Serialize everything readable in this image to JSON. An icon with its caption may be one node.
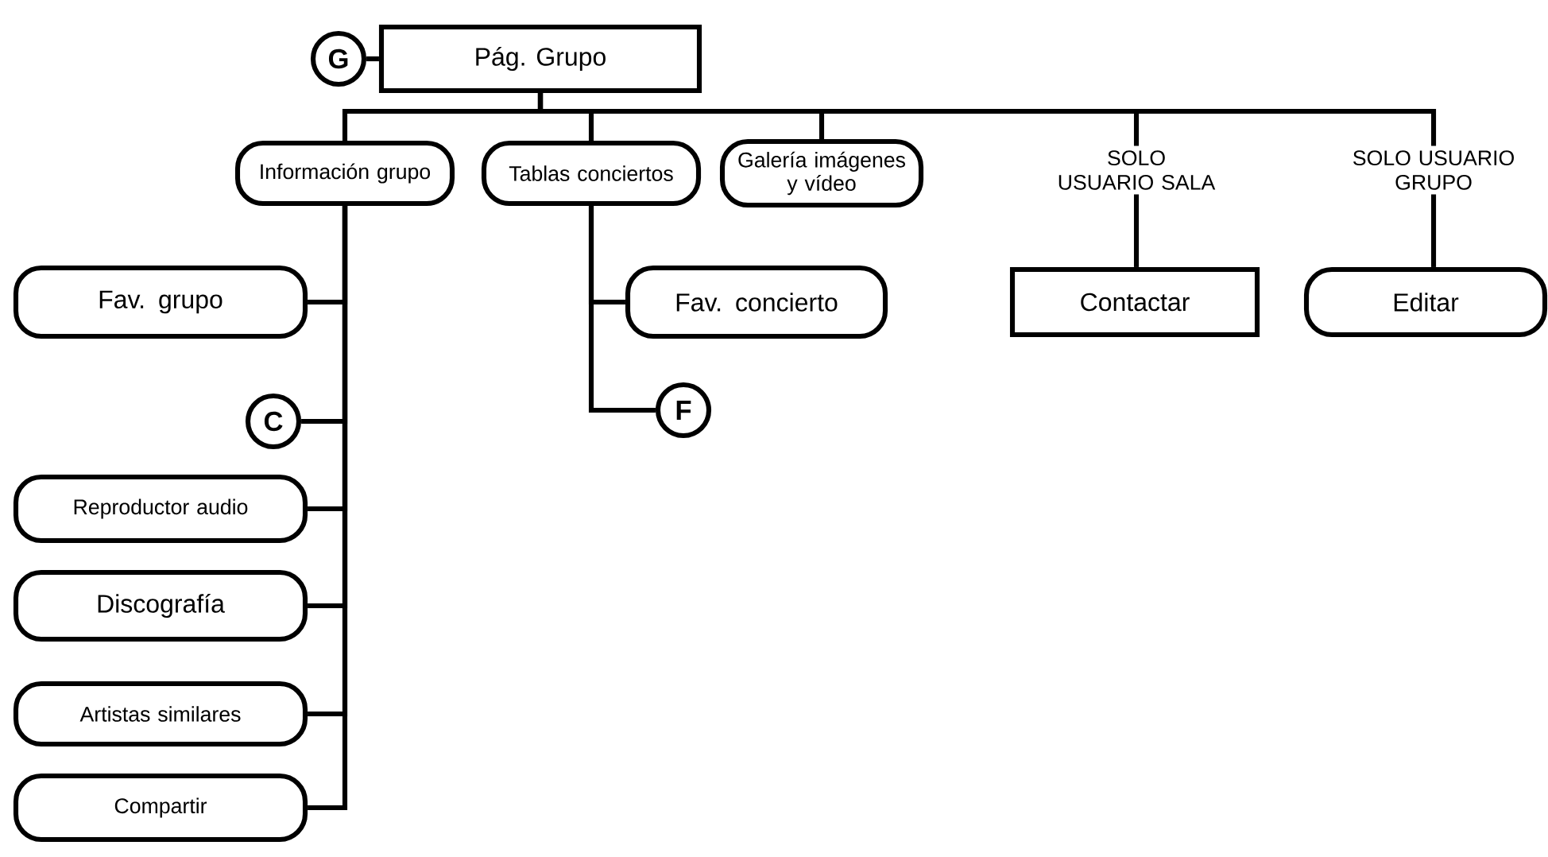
{
  "diagram": {
    "nodes": [
      {
        "text": [
          "G"
        ]
      },
      {
        "text": [
          "Pág. Grupo"
        ]
      },
      {
        "text": [
          "Información grupo"
        ]
      },
      {
        "text": [
          "Tablas conciertos"
        ]
      },
      {
        "text": [
          "Galería imágenes y vídeo"
        ]
      },
      {
        "text": [
          "SOLO USUARIO SALA"
        ]
      },
      {
        "text": [
          "SOLO USUARIO GRUPO"
        ]
      },
      {
        "text": [
          "Fav. grupo"
        ]
      },
      {
        "text": [
          "C"
        ]
      },
      {
        "text": [
          "Reproductor audio"
        ]
      },
      {
        "text": [
          "Discografía"
        ]
      },
      {
        "text": [
          "Artistas similares"
        ]
      },
      {
        "text": [
          "Compartir"
        ]
      },
      {
        "text": [
          "Fav. concierto"
        ]
      },
      {
        "text": [
          "F"
        ]
      },
      {
        "text": [
          "Contactar"
        ]
      },
      {
        "text": [
          "Editar"
        ]
      }
    ],
    "edges": [
      {
        "from": 0,
        "to": 1,
        "arrow": "none"
      },
      {
        "from": 1,
        "to": 2,
        "arrow": "none"
      },
      {
        "from": 1,
        "to": 3,
        "arrow": "none"
      },
      {
        "from": 1,
        "to": 4,
        "arrow": "none"
      },
      {
        "from": 1,
        "to": 5,
        "arrow": "none"
      },
      {
        "from": 1,
        "to": 6,
        "arrow": "none"
      },
      {
        "from": 2,
        "to": 7,
        "arrow": "none"
      },
      {
        "from": 2,
        "to": 8,
        "arrow": "none"
      },
      {
        "from": 2,
        "to": 9,
        "arrow": "none"
      },
      {
        "from": 2,
        "to": 10,
        "arrow": "none"
      },
      {
        "from": 2,
        "to": 11,
        "arrow": "none"
      },
      {
        "from": 2,
        "to": 12,
        "arrow": "none"
      },
      {
        "from": 3,
        "to": 13,
        "arrow": "none"
      },
      {
        "from": 3,
        "to": 14,
        "arrow": "none"
      },
      {
        "from": 5,
        "to": 15,
        "arrow": "none"
      },
      {
        "from": 6,
        "to": 16,
        "arrow": "none"
      }
    ]
  }
}
